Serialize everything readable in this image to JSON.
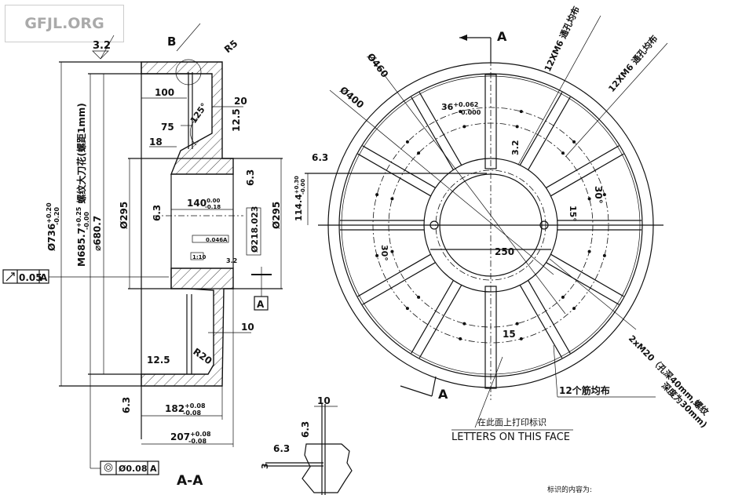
{
  "watermark": "GFJL.ORG",
  "section_view": {
    "roughness_top": "3.2",
    "detail_label": "B",
    "radius_top": "R5",
    "dim_100": "100",
    "dim_20": "20",
    "angle_125": "125°",
    "roughness_12_5_top": "12.5",
    "dim_75": "75",
    "dim_18": "18",
    "roughness_6_3_right": "6.3",
    "dia_736": "Ø736",
    "dia_736_tol_upper": "+0.20",
    "dia_736_tol_lower": "-0.20",
    "thread_label": "M685.7",
    "thread_tol_upper": "+0.25",
    "thread_tol_lower": "-0.00",
    "thread_note": "螺纹大刀花(螺距1mm)",
    "dia_680": "⌀680.7",
    "dia_295_left": "Ø295",
    "roughness_6_3_bore": "6.3",
    "dim_140": "140",
    "dim_140_tol_upper": "0.00",
    "dim_140_tol_lower": "-0.18",
    "flatness_frame": "0.046",
    "flatness_datum": "A",
    "dia_218": "Ø218.023",
    "dia_295_right": "Ø295",
    "taper_label": "1:10",
    "roughness_3_2_small": "3.2",
    "runout_value": "0.05",
    "runout_datum": "A",
    "datum_A": "A",
    "dim_10": "10",
    "radius_R20": "R20",
    "roughness_12_5_bottom": "12.5",
    "roughness_6_3_bottom": "6.3",
    "dim_182": "182",
    "dim_182_tol_upper": "+0.08",
    "dim_182_tol_lower": "-0.08",
    "dim_207": "207",
    "dim_207_tol_upper": "+0.08",
    "dim_207_tol_lower": "-0.08",
    "concentricity_value": "Ø0.08",
    "concentricity_datum": "A",
    "view_title": "A-A"
  },
  "detail_view": {
    "dim_10": "10",
    "roughness_6_3_a": "6.3",
    "roughness_6_3_b": "6.3",
    "dim_3": "3"
  },
  "front_view": {
    "section_mark_top": "A",
    "section_mark_bottom": "A",
    "dia_460": "Ø460",
    "dia_400": "Ø400",
    "holes_note_1": "12XM6 通孔均布",
    "holes_note_2": "12XM6 通孔均布",
    "keyway_width": "36",
    "keyway_tol_upper": "+0.062",
    "keyway_tol_lower": "0.000",
    "roughness_3_2": "3.2",
    "roughness_6_3": "6.3",
    "keyway_depth": "114.4",
    "keyway_depth_tol_upper": "+0.30",
    "keyway_depth_tol_lower": "-0.00",
    "angle_30_right": "30°",
    "angle_15": "15°",
    "angle_30_left": "30°",
    "dim_250": "250",
    "dim_15": "15",
    "ribs_note": "12个筋均布",
    "tapped_holes_note_1": "2xM20（孔深40mm,螺纹",
    "tapped_holes_note_2": "深度为30mm)",
    "marking_note_cn": "在此面上打印标识",
    "marking_note_en": "LETTERS ON THIS FACE",
    "marking_content_label": "标识的内容为:"
  }
}
